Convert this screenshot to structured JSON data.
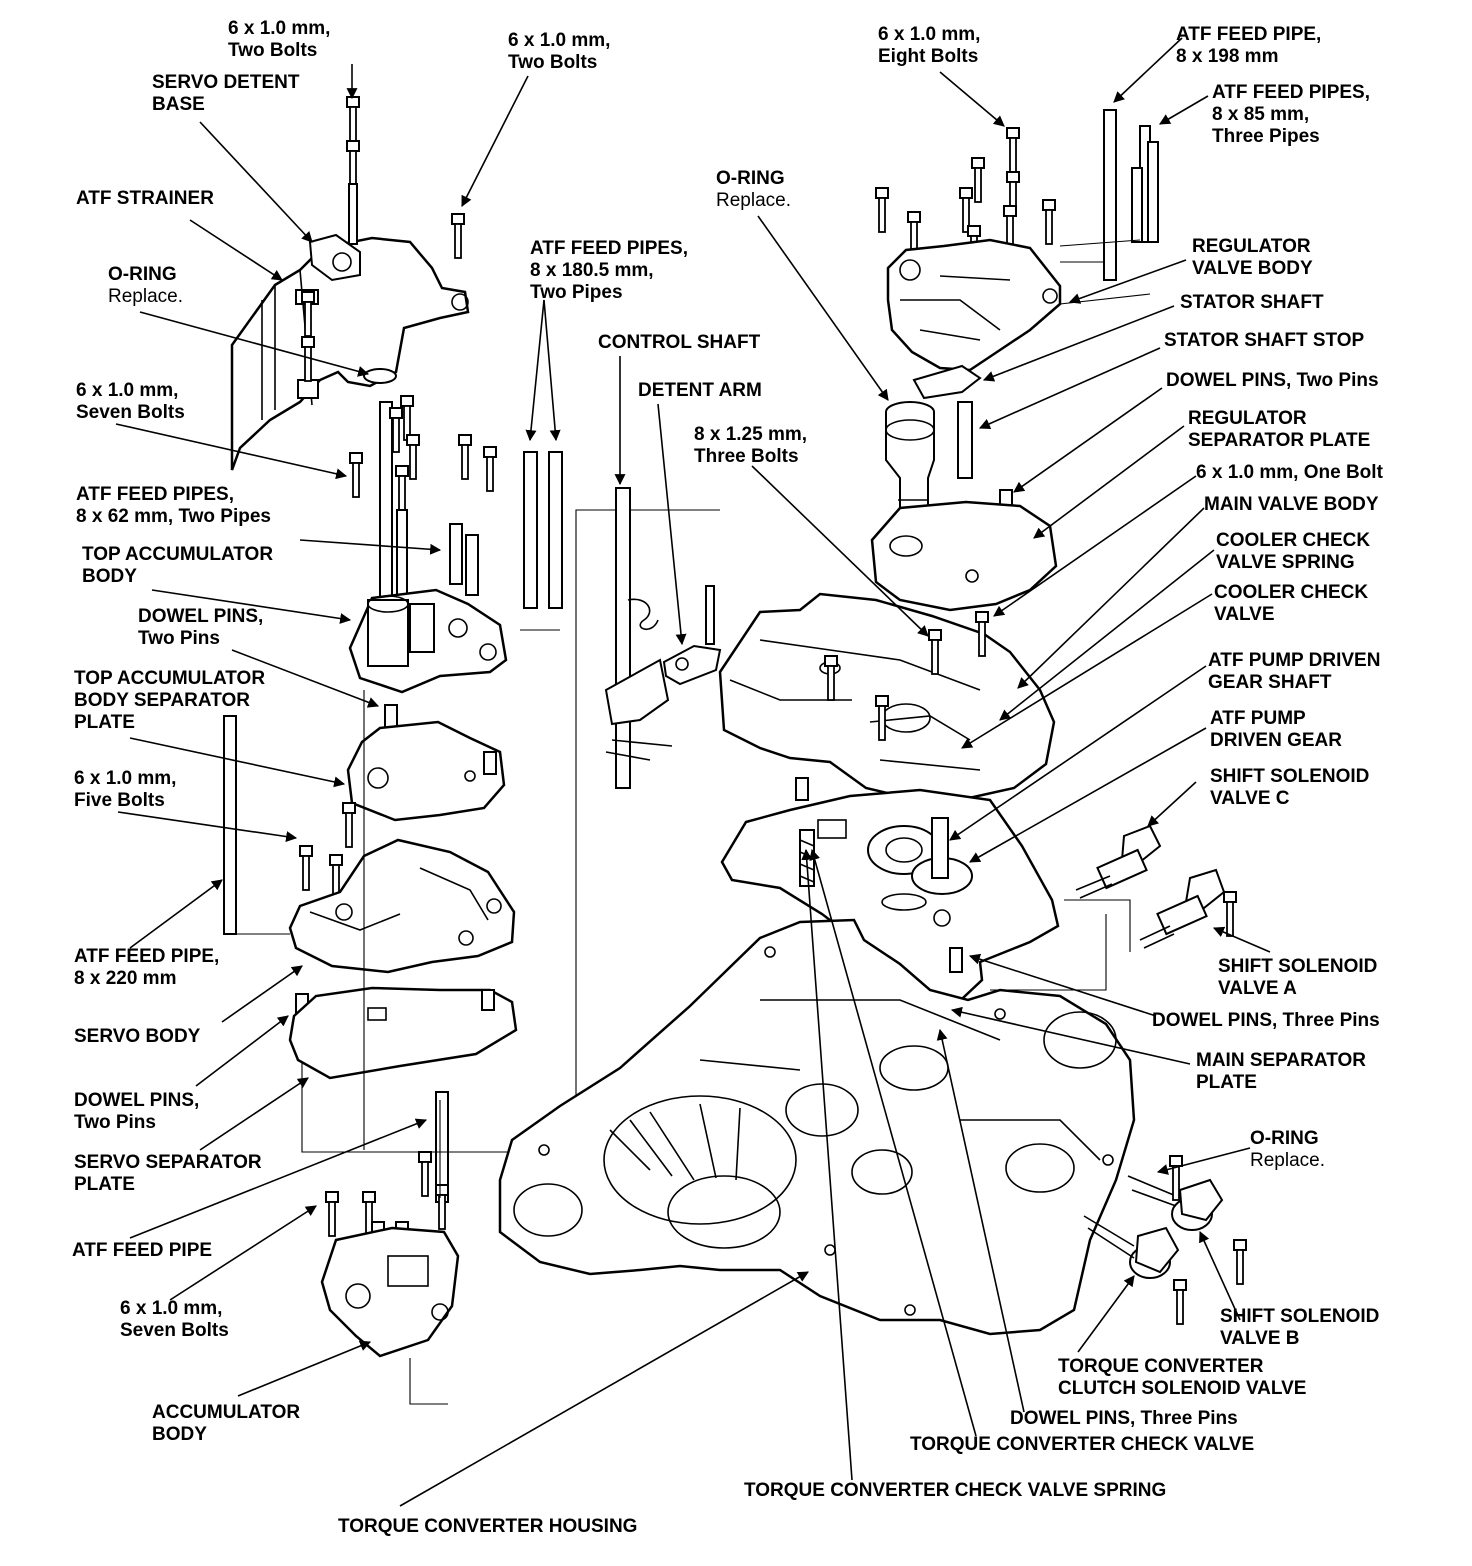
{
  "diagram": {
    "labels": {
      "bolts_two_top": [
        "6 x 1.0 mm,",
        "Two Bolts"
      ],
      "servo_detent_base": [
        "SERVO DETENT",
        "BASE"
      ],
      "bolts_two_mid": [
        "6 x 1.0 mm,",
        "Two Bolts"
      ],
      "atf_strainer": [
        "ATF STRAINER"
      ],
      "oring_strainer": [
        "O-RING",
        "Replace."
      ],
      "bolts_seven_upper": [
        "6 x 1.0 mm,",
        "Seven Bolts"
      ],
      "feed_pipes_62": [
        "ATF FEED PIPES,",
        "8 x 62 mm, Two Pipes"
      ],
      "top_accumulator_body": [
        "TOP ACCUMULATOR",
        "BODY"
      ],
      "dowel_pins_two_a": [
        "DOWEL PINS,",
        "Two Pins"
      ],
      "top_acc_sep_plate": [
        "TOP ACCUMULATOR",
        "BODY SEPARATOR",
        "PLATE"
      ],
      "bolts_five": [
        "6 x 1.0 mm,",
        "Five Bolts"
      ],
      "feed_pipe_220": [
        "ATF FEED PIPE,",
        "8 x 220 mm"
      ],
      "servo_body": [
        "SERVO BODY"
      ],
      "dowel_pins_two_b": [
        "DOWEL PINS,",
        "Two Pins"
      ],
      "servo_sep_plate": [
        "SERVO SEPARATOR",
        "PLATE"
      ],
      "atf_feed_pipe": [
        "ATF FEED PIPE"
      ],
      "bolts_seven_lower": [
        "6 x 1.0 mm,",
        "Seven Bolts"
      ],
      "accumulator_body": [
        "ACCUMULATOR",
        "BODY"
      ],
      "tc_housing": [
        "TORQUE CONVERTER HOUSING"
      ],
      "feed_pipes_1805": [
        "ATF FEED PIPES,",
        "8 x 180.5 mm,",
        "Two Pipes"
      ],
      "control_shaft": [
        "CONTROL SHAFT"
      ],
      "detent_arm": [
        "DETENT ARM"
      ],
      "bolts_three": [
        "8 x 1.25 mm,",
        "Three Bolts"
      ],
      "bolts_eight": [
        "6 x 1.0 mm,",
        "Eight Bolts"
      ],
      "oring_stator": [
        "O-RING",
        "Replace."
      ],
      "feed_pipe_198": [
        "ATF FEED PIPE,",
        "8 x 198 mm"
      ],
      "feed_pipes_85": [
        "ATF FEED PIPES,",
        "8 x 85 mm,",
        "Three Pipes"
      ],
      "regulator_valve_body": [
        "REGULATOR",
        "VALVE BODY"
      ],
      "stator_shaft": [
        "STATOR SHAFT"
      ],
      "stator_shaft_stop": [
        "STATOR SHAFT STOP"
      ],
      "dowel_pins_two_c": [
        "DOWEL PINS, Two Pins"
      ],
      "regulator_sep_plate": [
        "REGULATOR",
        "SEPARATOR PLATE"
      ],
      "bolt_one": [
        "6 x 1.0 mm, One Bolt"
      ],
      "main_valve_body": [
        "MAIN VALVE BODY"
      ],
      "cooler_check_spring": [
        "COOLER CHECK",
        "VALVE SPRING"
      ],
      "cooler_check_valve": [
        "COOLER CHECK",
        "VALVE"
      ],
      "pump_driven_shaft": [
        "ATF PUMP DRIVEN",
        "GEAR SHAFT"
      ],
      "pump_driven_gear": [
        "ATF PUMP",
        "DRIVEN GEAR"
      ],
      "shift_solenoid_c": [
        "SHIFT SOLENOID",
        "VALVE C"
      ],
      "shift_solenoid_a": [
        "SHIFT SOLENOID",
        "VALVE A"
      ],
      "dowel_pins_three_a": [
        "DOWEL PINS, Three Pins"
      ],
      "main_sep_plate": [
        "MAIN SEPARATOR",
        "PLATE"
      ],
      "oring_solenoid": [
        "O-RING",
        "Replace."
      ],
      "shift_solenoid_b": [
        "SHIFT SOLENOID",
        "VALVE B"
      ],
      "tc_clutch_solenoid": [
        "TORQUE CONVERTER",
        "CLUTCH SOLENOID VALVE"
      ],
      "dowel_pins_three_b": [
        "DOWEL PINS, Three Pins"
      ],
      "tc_check_valve": [
        "TORQUE CONVERTER CHECK VALVE"
      ],
      "tc_check_spring": [
        "TORQUE CONVERTER CHECK VALVE SPRING"
      ]
    }
  }
}
